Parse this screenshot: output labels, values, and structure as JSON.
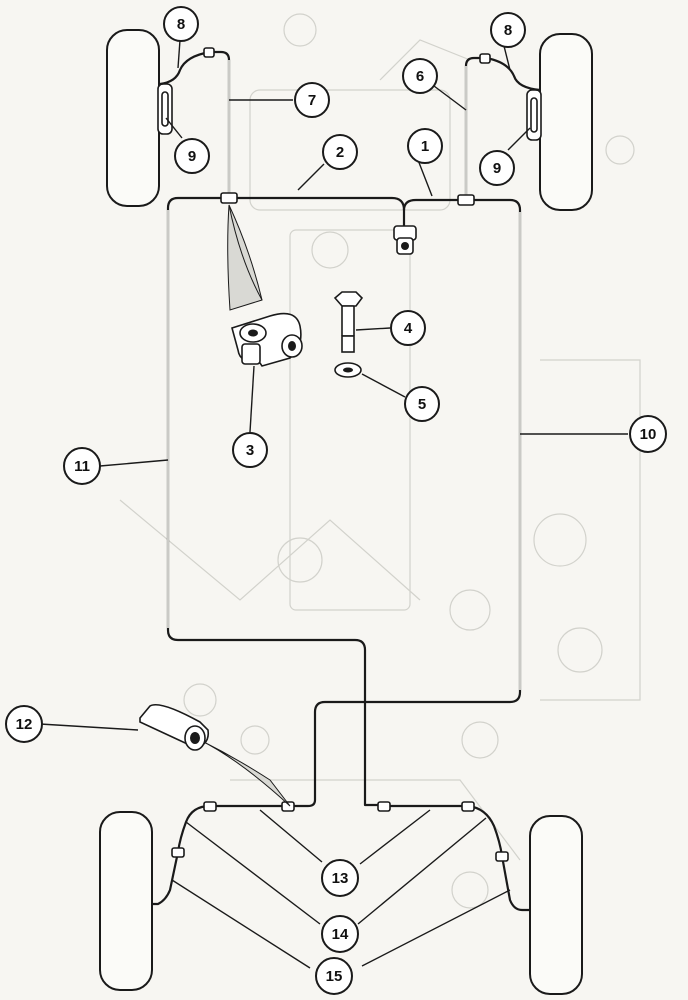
{
  "callouts": [
    {
      "id": "c1",
      "label": "1"
    },
    {
      "id": "c2",
      "label": "2"
    },
    {
      "id": "c3",
      "label": "3"
    },
    {
      "id": "c4",
      "label": "4"
    },
    {
      "id": "c5",
      "label": "5"
    },
    {
      "id": "c6",
      "label": "6"
    },
    {
      "id": "c7",
      "label": "7"
    },
    {
      "id": "c8a",
      "label": "8"
    },
    {
      "id": "c8b",
      "label": "8"
    },
    {
      "id": "c9a",
      "label": "9"
    },
    {
      "id": "c9b",
      "label": "9"
    },
    {
      "id": "c10",
      "label": "10"
    },
    {
      "id": "c11",
      "label": "11"
    },
    {
      "id": "c12",
      "label": "12"
    },
    {
      "id": "c13",
      "label": "13"
    },
    {
      "id": "c14",
      "label": "14"
    },
    {
      "id": "c15",
      "label": "15"
    }
  ],
  "colors": {
    "line": "#1a1a1a",
    "background": "#f7f6f2",
    "ghost": "#d2d2cc"
  }
}
